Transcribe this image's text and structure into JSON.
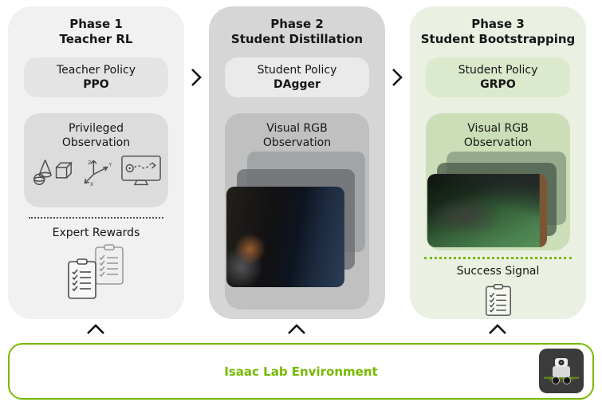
{
  "phases": [
    {
      "title": "Phase 1",
      "subtitle": "Teacher RL",
      "policy_name": "Teacher Policy",
      "policy_algo": "PPO",
      "observation_line1": "Privileged",
      "observation_line2": "Observation",
      "signal_label": "Expert Rewards",
      "axes": {
        "z": "Z",
        "y": "Y",
        "x": "X"
      }
    },
    {
      "title": "Phase 2",
      "subtitle": "Student Distillation",
      "policy_name": "Student Policy",
      "policy_algo": "DAgger",
      "observation_line1": "Visual RGB",
      "observation_line2": "Observation"
    },
    {
      "title": "Phase 3",
      "subtitle": "Student Bootstrapping",
      "policy_name": "Student Policy",
      "policy_algo": "GRPO",
      "observation_line1": "Visual RGB",
      "observation_line2": "Observation",
      "signal_label": "Success Signal"
    }
  ],
  "environment": {
    "label": "Isaac Lab Environment"
  },
  "colors": {
    "accent_green": "#76b900",
    "phase1_bg": "#f1f1f1",
    "phase2_bg": "#d6d6d6",
    "phase3_bg": "#eaf0e2"
  },
  "icons": {
    "phase1_observation": [
      "geometry-shapes-icon",
      "xyz-axes-icon",
      "trajectory-monitor-icon"
    ],
    "phase1_rewards": "double-checklist-clipboard-icon",
    "phase3_signal": "checklist-clipboard-icon",
    "environment": "robot-icon",
    "flow_right": "chevron-right-icon",
    "flow_up": "chevron-up-icon"
  }
}
